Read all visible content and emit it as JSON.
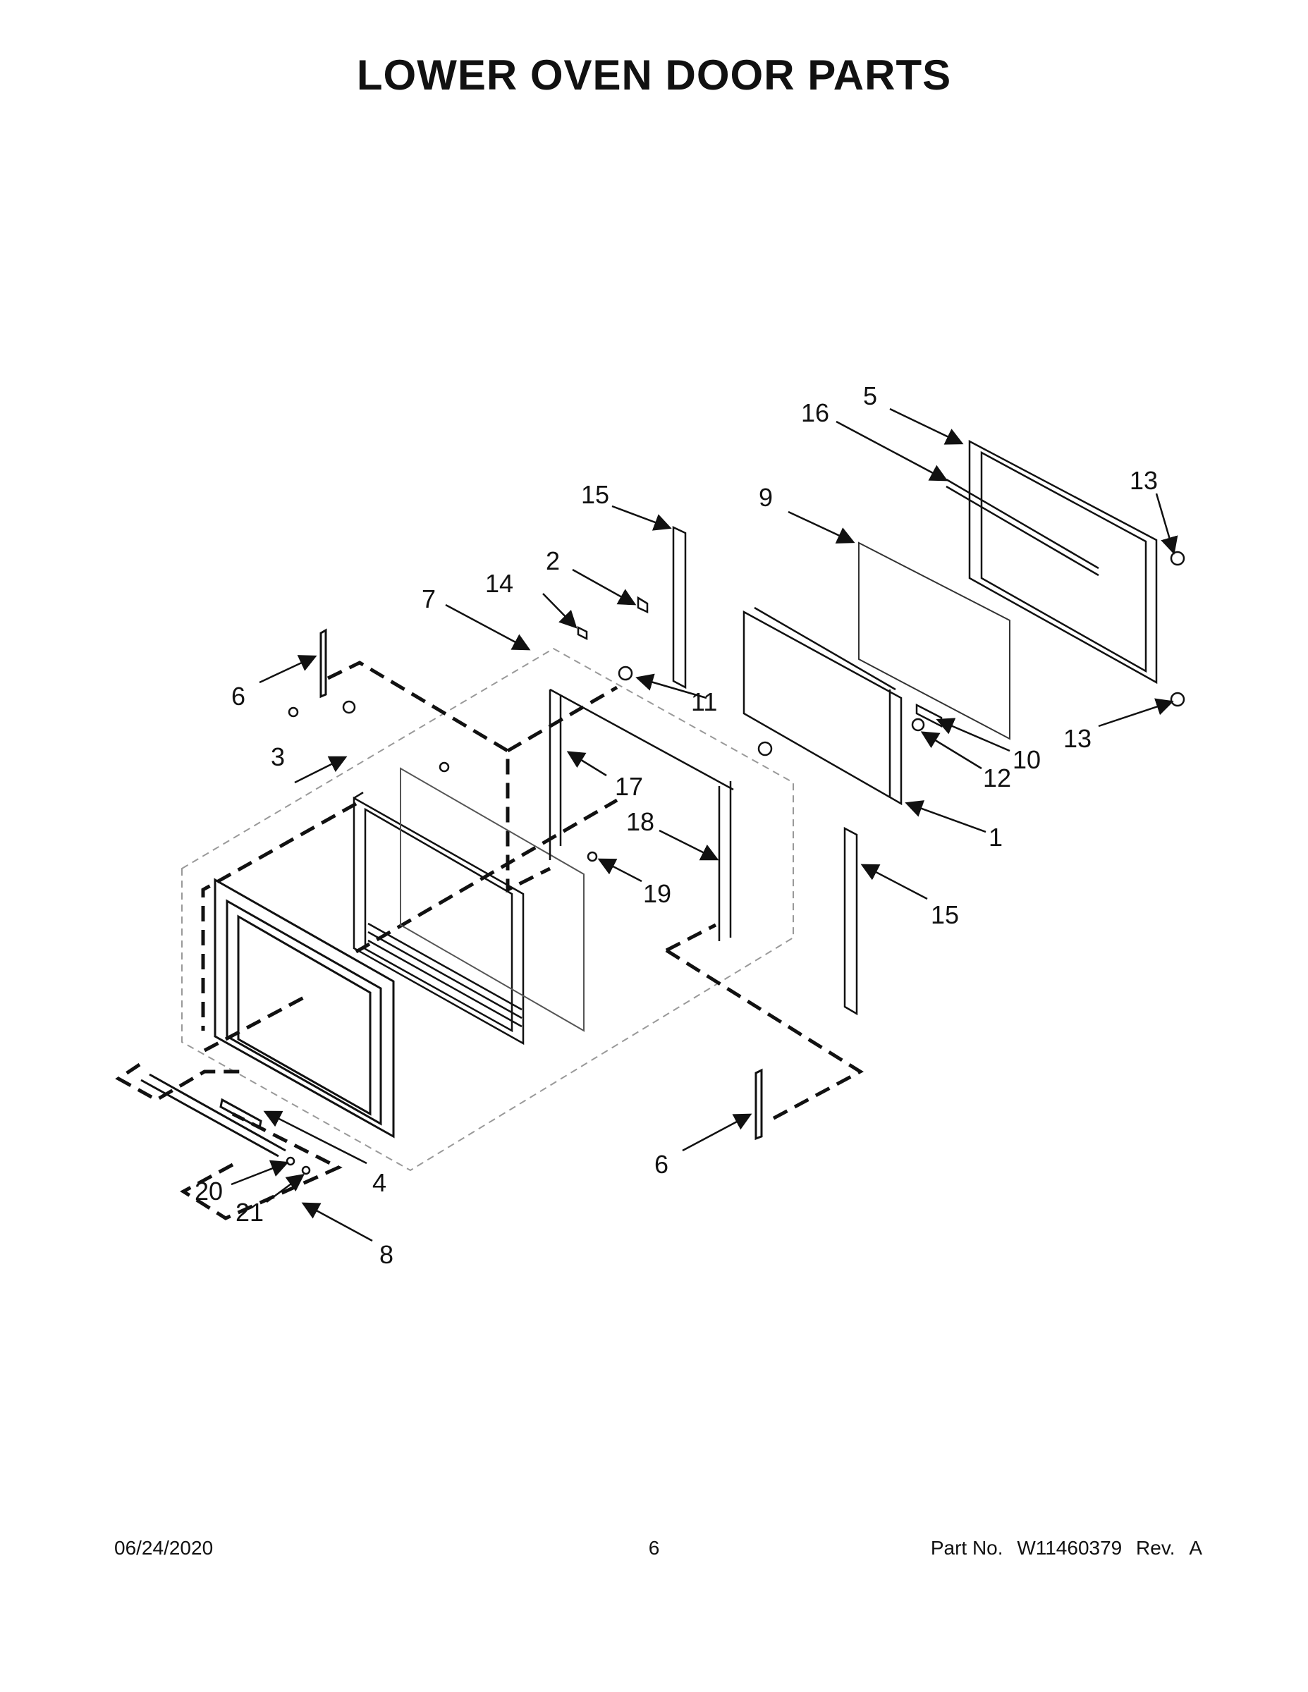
{
  "title": "LOWER OVEN DOOR PARTS",
  "callouts": [
    "1",
    "2",
    "3",
    "4",
    "5",
    "6",
    "6",
    "7",
    "8",
    "9",
    "10",
    "11",
    "12",
    "13",
    "13",
    "14",
    "15",
    "15",
    "16",
    "17",
    "18",
    "19",
    "20",
    "21"
  ],
  "footer": {
    "date": "06/24/2020",
    "page": "6",
    "part_label": "Part No.",
    "part_number": "W11460379",
    "rev_label": "Rev.",
    "rev": "A"
  }
}
